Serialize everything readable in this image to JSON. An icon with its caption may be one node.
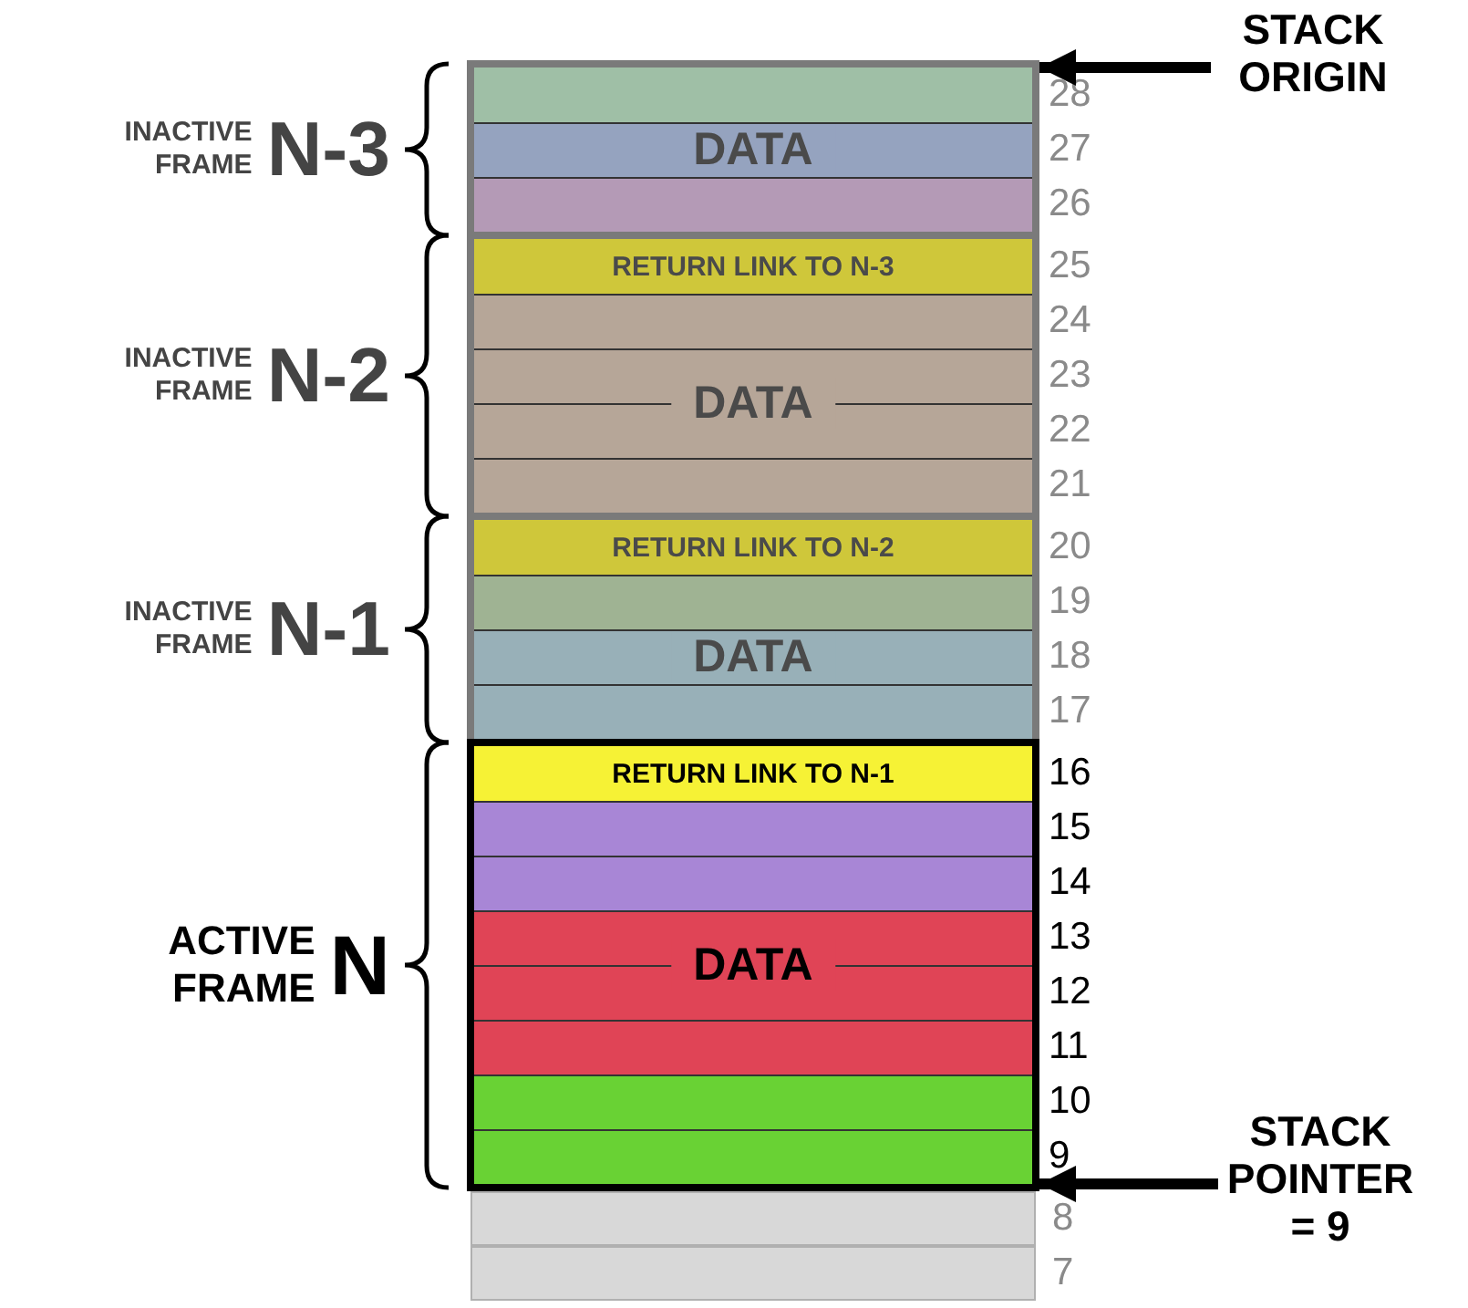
{
  "diagram": {
    "nodes": [
      {
        "text": [],
        "shape": "box"
      },
      {
        "text": [],
        "shape": "bar",
        "in": 0,
        "beside": [
          "28"
        ]
      },
      {
        "text": [],
        "shape": "bar",
        "in": 0,
        "beside": [
          "27"
        ]
      },
      {
        "text": [],
        "shape": "bar",
        "in": 0,
        "beside": [
          "26"
        ]
      },
      {
        "text": [],
        "shape": "box"
      },
      {
        "text": [
          "RETURN LINK TO N-3"
        ],
        "in": 4,
        "beside": [
          "25"
        ]
      },
      {
        "text": [],
        "shape": "bar",
        "in": 4,
        "beside": [
          "24"
        ]
      },
      {
        "text": [],
        "shape": "bar",
        "in": 4,
        "beside": [
          "23"
        ]
      },
      {
        "text": [],
        "shape": "bar",
        "in": 4,
        "beside": [
          "22"
        ]
      },
      {
        "text": [],
        "shape": "bar",
        "in": 4,
        "beside": [
          "21"
        ]
      },
      {
        "text": [],
        "shape": "box"
      },
      {
        "text": [
          "RETURN LINK TO N-2"
        ],
        "in": 10,
        "beside": [
          "20"
        ]
      },
      {
        "text": [],
        "shape": "bar",
        "in": 10,
        "beside": [
          "19"
        ]
      },
      {
        "text": [],
        "shape": "bar",
        "in": 10,
        "beside": [
          "18"
        ]
      },
      {
        "text": [],
        "shape": "bar",
        "in": 10,
        "beside": [
          "17"
        ]
      },
      {
        "text": [],
        "shape": "box"
      },
      {
        "text": [
          "RETURN LINK TO N-1"
        ],
        "in": 15,
        "beside": [
          "16"
        ]
      },
      {
        "text": [],
        "shape": "bar",
        "in": 15,
        "beside": [
          "15"
        ]
      },
      {
        "text": [],
        "shape": "bar",
        "in": 15,
        "beside": [
          "14"
        ]
      },
      {
        "text": [],
        "shape": "bar",
        "in": 15,
        "beside": [
          "13"
        ]
      },
      {
        "text": [],
        "shape": "bar",
        "in": 15,
        "beside": [
          "12"
        ]
      },
      {
        "text": [],
        "shape": "bar",
        "in": 15,
        "beside": [
          "11"
        ]
      },
      {
        "text": [],
        "shape": "bar",
        "in": 15,
        "beside": [
          "10"
        ]
      },
      {
        "text": [],
        "shape": "bar",
        "in": 15,
        "beside": [
          "9"
        ]
      },
      {
        "text": [],
        "shape": "bar",
        "beside": [
          "8"
        ]
      },
      {
        "text": [],
        "shape": "bar",
        "beside": [
          "7"
        ]
      },
      {
        "text": [
          "STACK ORIGIN"
        ]
      },
      {
        "text": [
          "STACK POINTER = 9"
        ]
      }
    ],
    "edges": [
      {
        "from": 26,
        "to": 0,
        "arrow": "to"
      },
      {
        "from": 27,
        "to": 15,
        "arrow": "to"
      }
    ],
    "labels": [
      "INACTIVE FRAME",
      "N-3",
      "DATA",
      "INACTIVE FRAME",
      "N-2",
      "DATA",
      "INACTIVE FRAME",
      "N-1",
      "DATA",
      "ACTIVE FRAME",
      "N",
      "DATA"
    ]
  }
}
